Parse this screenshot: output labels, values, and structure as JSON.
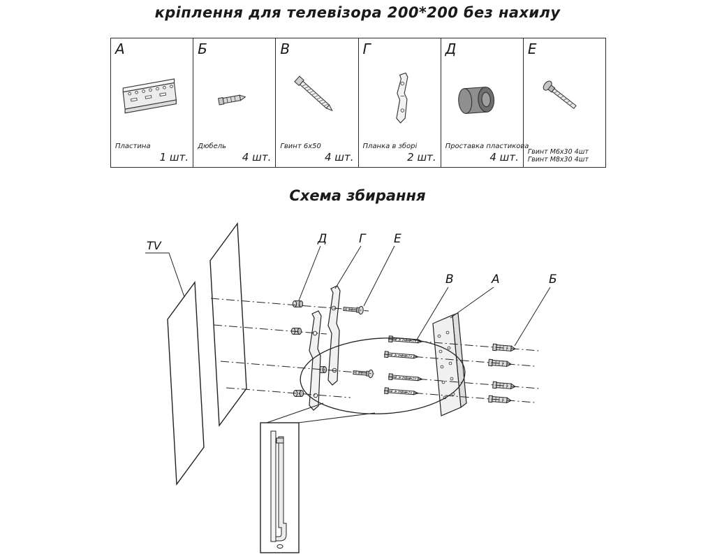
{
  "title": "кріплення для телевізора 200*200 без нахилу",
  "parts_table": {
    "columns": [
      {
        "letter": "А",
        "name": "Пластина",
        "qty": "1 шт.",
        "icon": "plate-icon"
      },
      {
        "letter": "Б",
        "name": "Дюбель",
        "qty": "4 шт.",
        "icon": "dowel-icon"
      },
      {
        "letter": "В",
        "name": "Гвинт 6х50",
        "qty": "4 шт.",
        "icon": "hex-screw-icon"
      },
      {
        "letter": "Г",
        "name": "Планка в зборі",
        "qty": "2 шт.",
        "icon": "bracket-icon"
      },
      {
        "letter": "Д",
        "name": "Проставка пластикова",
        "qty": "4 шт.",
        "icon": "spacer-icon"
      },
      {
        "letter": "Е",
        "name": "Гвинт М6х30  4шт",
        "name2": "Гвинт М8х30 4шт",
        "qty": "",
        "icon": "pan-head-screw-icon"
      }
    ]
  },
  "assembly": {
    "heading": "Схема збирання",
    "labels": {
      "tv": "TV",
      "d": "Д",
      "g": "Г",
      "e": "Е",
      "v": "В",
      "a": "А",
      "b": "Б"
    }
  },
  "colors": {
    "ink": "#222222",
    "paper": "#ffffff"
  }
}
